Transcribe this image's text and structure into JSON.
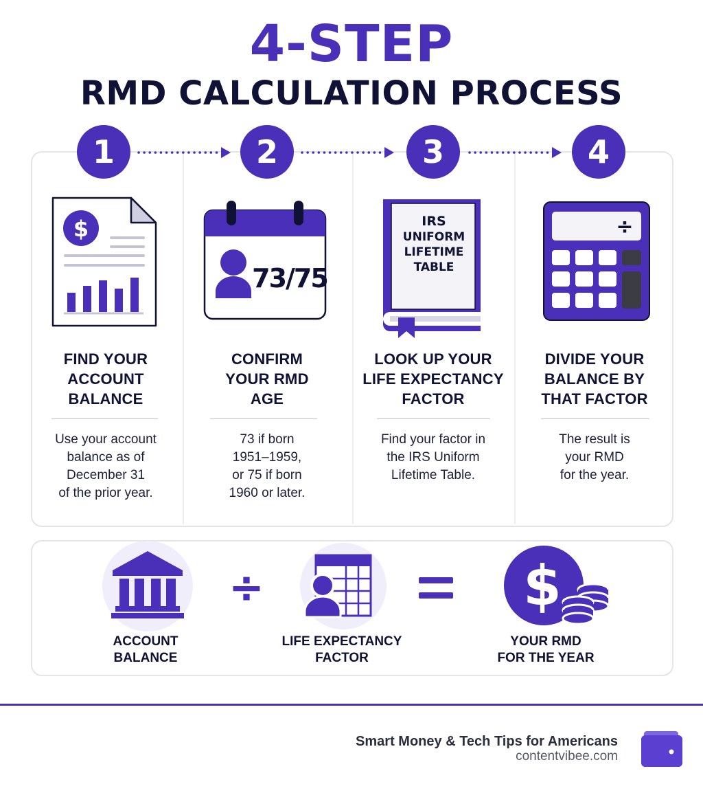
{
  "header": {
    "title": "4-STEP",
    "subtitle": "RMD CALCULATION PROCESS"
  },
  "steps": [
    {
      "number": "1",
      "icon": "document-dollar-chart-icon",
      "title_lines": [
        "FIND YOUR",
        "ACCOUNT",
        "BALANCE"
      ],
      "desc_lines": [
        "Use your account",
        "balance as of",
        "December 31",
        "of the prior year."
      ]
    },
    {
      "number": "2",
      "icon": "calendar-age-icon",
      "icon_text": "73/75",
      "title_lines": [
        "CONFIRM",
        "YOUR RMD",
        "AGE"
      ],
      "desc_lines": [
        "73 if born",
        "1951–1959,",
        "or 75 if born",
        "1960 or later."
      ]
    },
    {
      "number": "3",
      "icon": "book-icon",
      "icon_text_lines": [
        "IRS",
        "UNIFORM",
        "LIFETIME",
        "TABLE"
      ],
      "title_lines": [
        "LOOK UP YOUR",
        "LIFE EXPECTANCY",
        "FACTOR"
      ],
      "desc_lines": [
        "Find your factor in",
        "the IRS Uniform",
        "Lifetime Table."
      ]
    },
    {
      "number": "4",
      "icon": "calculator-icon",
      "icon_text": "÷",
      "title_lines": [
        "DIVIDE YOUR",
        "BALANCE BY",
        "THAT FACTOR"
      ],
      "desc_lines": [
        "The result is",
        "your RMD",
        "for the year."
      ]
    }
  ],
  "formula": {
    "operand_a_lines": [
      "ACCOUNT",
      "BALANCE"
    ],
    "operator_divide": "÷",
    "operand_b_lines": [
      "LIFE EXPECTANCY",
      "FACTOR"
    ],
    "operator_equals": "=",
    "result_lines": [
      "YOUR RMD",
      "FOR THE YEAR"
    ],
    "result_symbol": "$"
  },
  "footer": {
    "tagline": "Smart Money & Tech Tips for Americans",
    "url": "contentvibee.com"
  },
  "colors": {
    "accent": "#4a2fb8",
    "text": "#0f1235",
    "light_accent": "#efeefa"
  }
}
